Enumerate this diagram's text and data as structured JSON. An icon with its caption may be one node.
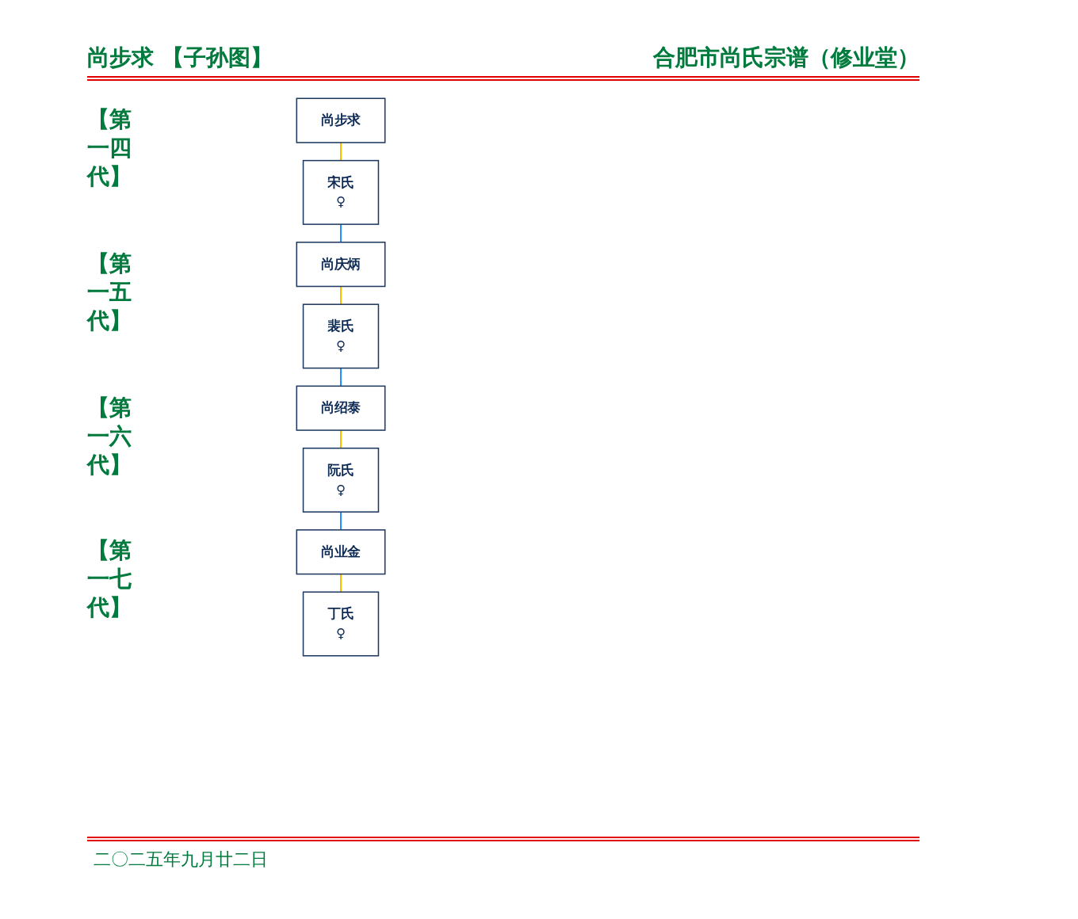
{
  "diagram": {
    "title": "尚步求 【子孙图】",
    "nodes": [
      {
        "text": [
          "尚步求"
        ]
      },
      {
        "text": [
          "宋氏",
          "♀"
        ]
      },
      {
        "text": [
          "尚庆炳"
        ]
      },
      {
        "text": [
          "裴氏",
          "♀"
        ]
      },
      {
        "text": [
          "尚绍泰"
        ]
      },
      {
        "text": [
          "阮氏",
          "♀"
        ]
      },
      {
        "text": [
          "尚业金"
        ]
      },
      {
        "text": [
          "丁氏",
          "♀"
        ]
      }
    ],
    "edges": [
      {
        "from": 0,
        "to": 1,
        "arrow": "none"
      },
      {
        "from": 1,
        "to": 2,
        "arrow": "none",
        "color": "#1e90ff"
      },
      {
        "from": 2,
        "to": 3,
        "arrow": "none"
      },
      {
        "from": 3,
        "to": 4,
        "arrow": "none",
        "color": "#1e90ff"
      },
      {
        "from": 4,
        "to": 5,
        "arrow": "none"
      },
      {
        "from": 5,
        "to": 6,
        "arrow": "none",
        "color": "#1e90ff"
      },
      {
        "from": 6,
        "to": 7,
        "arrow": "none"
      }
    ],
    "labels": [
      "合肥市尚氏宗谱（修业堂）",
      "【第一四代】",
      "【第一五代】",
      "【第一六代】",
      "【第一七代】",
      "二〇二五年九月廿二日"
    ]
  }
}
